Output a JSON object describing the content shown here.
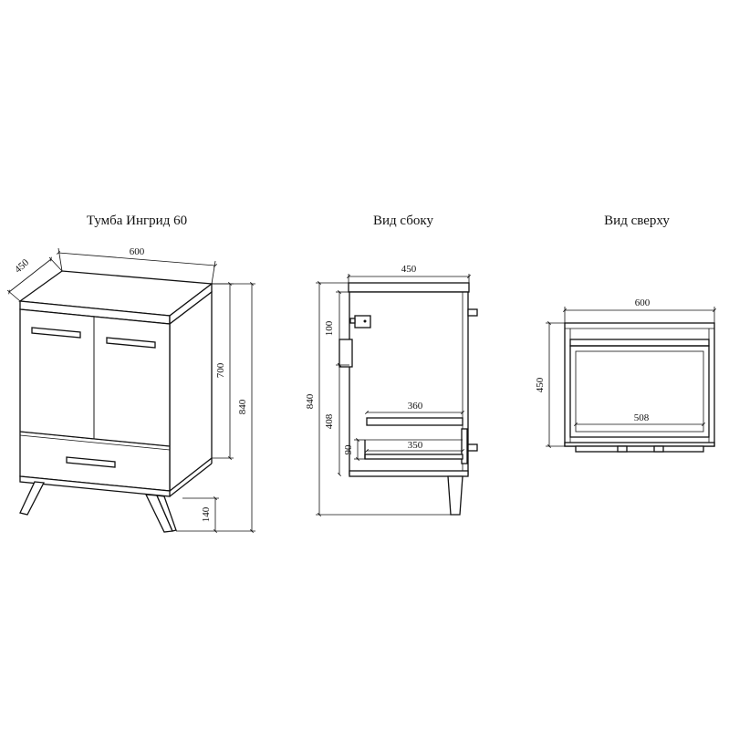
{
  "titles": {
    "main": "Тумба Ингрид 60",
    "side": "Вид сбоку",
    "top": "Вид сверху"
  },
  "dims": {
    "front_width": "600",
    "front_depth": "450",
    "front_body_height": "700",
    "front_total_height": "840",
    "front_leg_height": "140",
    "side_depth": "450",
    "side_total_height": "840",
    "side_upper_section": "100",
    "side_lower_section": "408",
    "side_drawer_height": "90",
    "side_shelf_depth": "360",
    "side_drawer_depth": "350",
    "top_width": "600",
    "top_depth": "450",
    "top_inner_width": "508"
  }
}
